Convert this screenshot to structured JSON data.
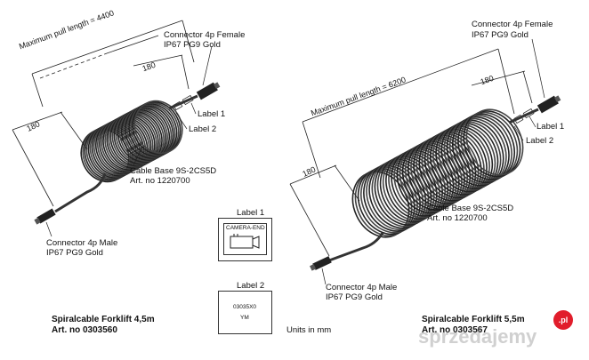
{
  "left": {
    "pull_length": "Maximum pull length  = 4400",
    "dim_top": "180",
    "dim_left": "180",
    "connector_female": [
      "Connector 4p Female",
      "IP67 PG9 Gold"
    ],
    "label1": "Label 1",
    "label2": "Label 2",
    "cable": [
      "Cable Base 9S-2CS5D",
      "Art. no 1220700"
    ],
    "connector_male": [
      "Connector 4p Male",
      "IP67 PG9 Gold"
    ],
    "product": [
      "Spiralcable Forklift 4,5m",
      "Art. no 0303560"
    ]
  },
  "right": {
    "pull_length": "Maximum pull length  = 6200",
    "dim_top": "180",
    "dim_left": "180",
    "connector_female": [
      "Connector 4p Female",
      "IP67 PG9 Gold"
    ],
    "label1": "Label 1",
    "label2": "Label 2",
    "cable": [
      "Cable Base 9S-2CS5D",
      "Art. no 1220700"
    ],
    "connector_male": [
      "Connector 4p Male",
      "IP67 PG9 Gold"
    ],
    "product": [
      "Spiralcable Forklift 5,5m",
      "Art. no 0303567"
    ]
  },
  "label_boxes": {
    "label1_title": "Label 1",
    "label1_text": "CAMERA-END",
    "label2_title": "Label 2",
    "label2_line1": "03035X0",
    "label2_line2": "YM"
  },
  "units": "Units in mm",
  "watermark": {
    "text": "sprzedajemy",
    "badge": ".pl"
  }
}
